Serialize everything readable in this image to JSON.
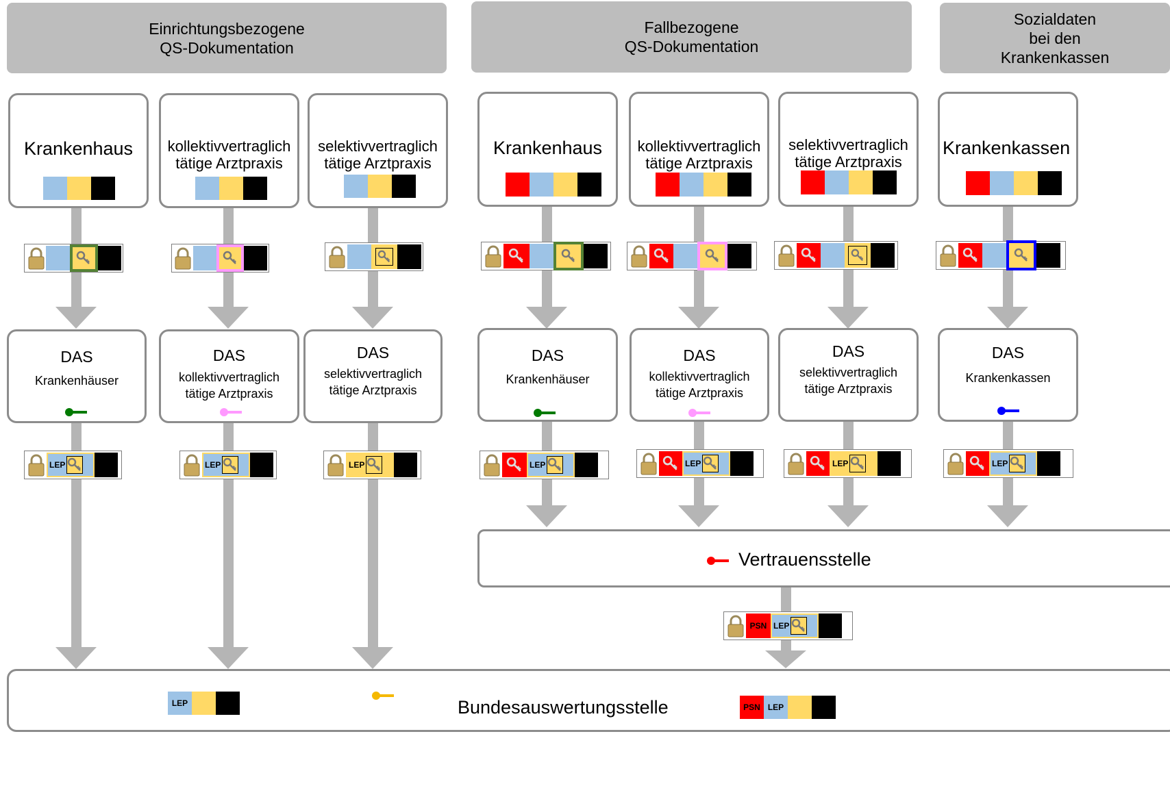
{
  "headers": {
    "einrichtung": "Einrichtungsbezogene\nQS-Dokumentation",
    "fall": "Fallbezogene\nQS-Dokumentation",
    "sozial": "Sozialdaten\nbei den\nKrankenkassen"
  },
  "sources": {
    "e_kh": "Krankenhaus",
    "e_kv": "kollektivvertraglich\ntätige Arztpraxis",
    "e_sv": "selektivvertraglich\ntätige Arztpraxis",
    "f_kh": "Krankenhaus",
    "f_kv": "kollektivvertraglich\ntätige Arztpraxis",
    "f_sv": "selektivvertraglich\ntätige Arztpraxis",
    "kk": "Krankenkassen"
  },
  "das": {
    "label": "DAS",
    "e_kh": "Krankenhäuser",
    "e_kv": "kollektivvertraglich\ntätige Arztpraxis",
    "e_sv": "selektivvertraglich\ntätige Arztpraxis",
    "f_kh": "Krankenhäuser",
    "f_kv": "kollektivvertraglich\ntätige Arztpraxis",
    "f_sv": "selektivvertraglich\ntätige Arztpraxis",
    "kk": "Krankenkassen"
  },
  "vertrauensstelle": "Vertrauensstelle",
  "bundesauswertungsstelle": "Bundesauswertungsstelle",
  "tags": {
    "lep": "LEP",
    "psn": "PSN"
  },
  "colors": {
    "header": "#bdbdbd",
    "arrow": "#b5b5b5",
    "blue": "#9dc3e6",
    "yellow": "#ffd966",
    "red": "#ff0000",
    "key_green": "#007a00",
    "key_pink": "#ff99ff",
    "key_blue": "#0000ff",
    "key_red": "#ff0000",
    "key_orange": "#f5b800",
    "frame_green": "#548235",
    "frame_pink": "#ff99ff",
    "frame_blue": "#0000ff"
  },
  "icons": [
    "lock-icon",
    "key-icon"
  ]
}
